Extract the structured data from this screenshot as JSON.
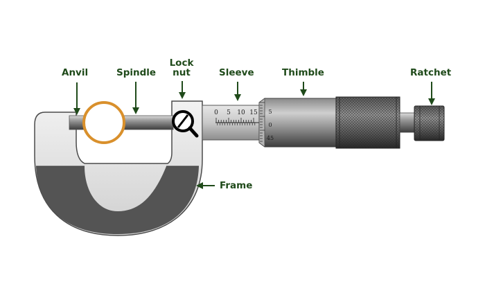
{
  "labels": {
    "anvil": "Anvil",
    "spindle": "Spindle",
    "locknut_line1": "Lock",
    "locknut_line2": "nut",
    "sleeve": "Sleeve",
    "thimble": "Thimble",
    "ratchet": "Ratchet",
    "frame": "Frame"
  },
  "sleeve_scale": {
    "numbers": [
      "0",
      "5",
      "10",
      "15"
    ]
  },
  "thimble_scale": {
    "numbers": [
      "5",
      "0",
      "45"
    ]
  },
  "colors": {
    "label_text": "#1f4a1a",
    "arrow": "#1f4a1a",
    "frame_dark": "#545454",
    "frame_light": "#e3e3e3",
    "workpiece_ring": "#d9902c"
  }
}
